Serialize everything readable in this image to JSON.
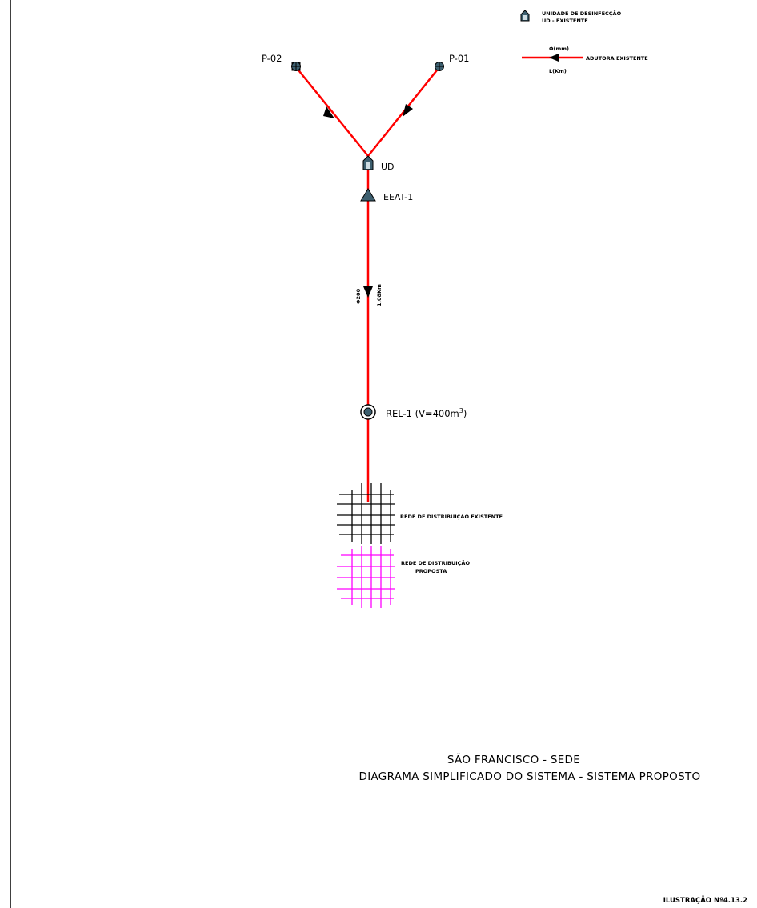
{
  "legend": {
    "ud_line1": "UNIDADE DE DESINFECÇÃO",
    "ud_line2": "UD - EXISTENTE",
    "diameter_label": "Φ(mm)",
    "length_label": "L(Km)",
    "adutora_label": "ADUTORA EXISTENTE"
  },
  "nodes": {
    "p02": "P-02",
    "p01": "P-01",
    "ud": "UD",
    "eeat": "EEAT-1",
    "rel_prefix": "REL-1 (V=400m",
    "rel_sup": "3",
    "rel_suffix": ")"
  },
  "pipe": {
    "diameter": "Φ200",
    "length": "1,08Km"
  },
  "networks": {
    "existing": "REDE DE DISTRIBUIÇÃO EXISTENTE",
    "proposed_line1": "REDE DE DISTRIBUIÇÃO",
    "proposed_line2": "PROPOSTA"
  },
  "title": {
    "line1": "SÃO FRANCISCO - SEDE",
    "line2": "DIAGRAMA SIMPLIFICADO DO SISTEMA - SISTEMA PROPOSTO"
  },
  "illustration": "ILUSTRAÇÃO Nº4.13.2",
  "colors": {
    "pipe": "#ff0000",
    "existing_network": "#000000",
    "proposed_network": "#ff00ff",
    "symbol_fill": "#3d5f6f"
  }
}
